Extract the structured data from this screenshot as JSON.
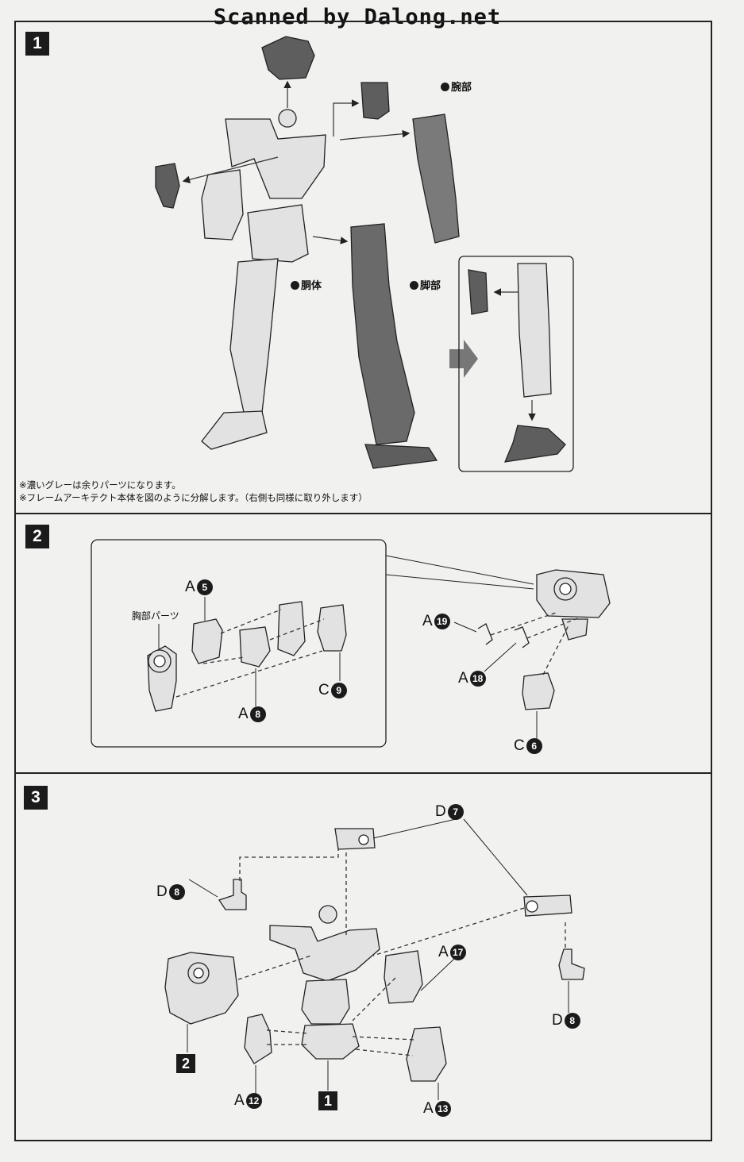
{
  "watermark": "Scanned by Dalong.net",
  "steps": [
    {
      "number": "1",
      "labels": {
        "arm": "腕部",
        "torso": "胴体",
        "leg": "脚部"
      },
      "notes": [
        "※濃いグレーは余りパーツになります。",
        "※フレームアーキテクト本体を図のように分解します。（右側も同様に取り外します）"
      ]
    },
    {
      "number": "2",
      "chest_label": "胸部パーツ",
      "parts": [
        {
          "runner": "A",
          "num": "5"
        },
        {
          "runner": "A",
          "num": "8"
        },
        {
          "runner": "C",
          "num": "9"
        },
        {
          "runner": "A",
          "num": "19"
        },
        {
          "runner": "A",
          "num": "18"
        },
        {
          "runner": "C",
          "num": "6"
        }
      ]
    },
    {
      "number": "3",
      "parts": [
        {
          "runner": "D",
          "num": "7"
        },
        {
          "runner": "D",
          "num": "8"
        },
        {
          "runner": "A",
          "num": "17"
        },
        {
          "runner": "D",
          "num": "8"
        },
        {
          "runner": "A",
          "num": "12"
        },
        {
          "runner": "A",
          "num": "13"
        }
      ],
      "refs": [
        "2",
        "1"
      ]
    }
  ],
  "colors": {
    "dark_part": "#5e5e5e",
    "light_part": "#e2e2e2",
    "ink": "#1b1b1b"
  }
}
